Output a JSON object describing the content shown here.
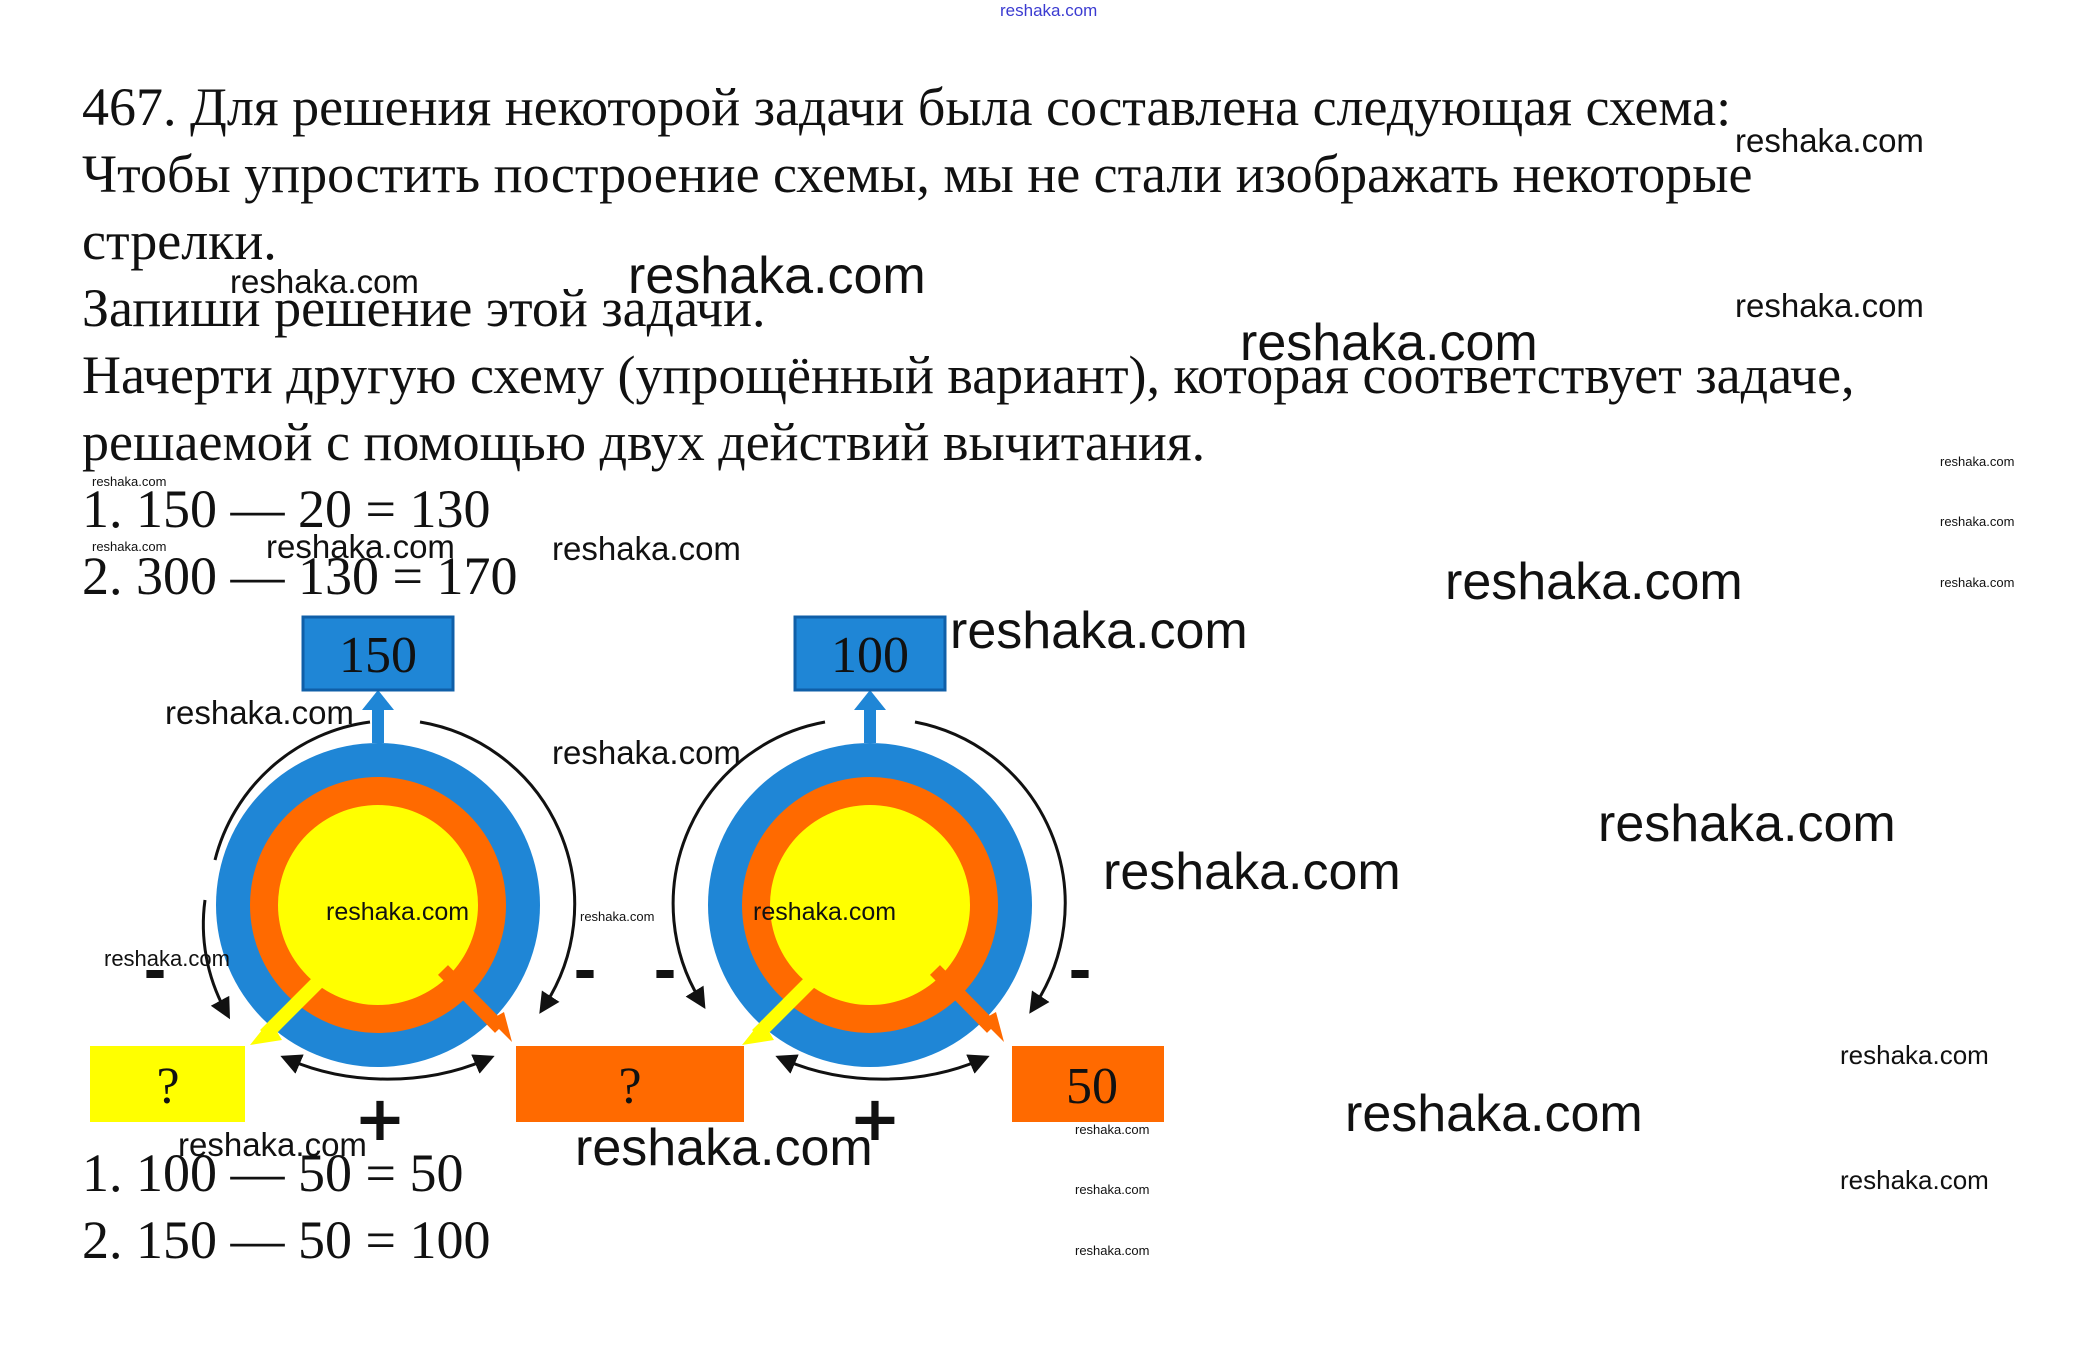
{
  "site_header": "reshaka.com",
  "task": {
    "lines": [
      "467. Для решения некоторой задачи была составлена следующая схема:",
      "Чтобы упростить построение схемы, мы не стали изображать некоторые",
      "стрелки.",
      "Запиши решение этой задачи.",
      "Начерти другую схему (упрощённый вариант), которая соответствует задаче,",
      "решаемой с помощью двух действий вычитания."
    ]
  },
  "solution_top": [
    "1. 150 — 20 = 130",
    "2. 300 — 130 = 170"
  ],
  "diagram": {
    "circle1_top_value": "150",
    "circle1_bottom_left": "?",
    "circle1_bottom_right": "?",
    "circle2_top_value": "100",
    "circle2_bottom_right": "50",
    "minus_sign": "-",
    "plus_sign": "+",
    "colors": {
      "blue": "#1f86d6",
      "orange": "#ff6a00",
      "yellow": "#ffff00"
    }
  },
  "solution_bottom": [
    "1. 100 — 50 = 50",
    "2. 150 — 50 = 100"
  ],
  "watermark": "reshaka.com"
}
